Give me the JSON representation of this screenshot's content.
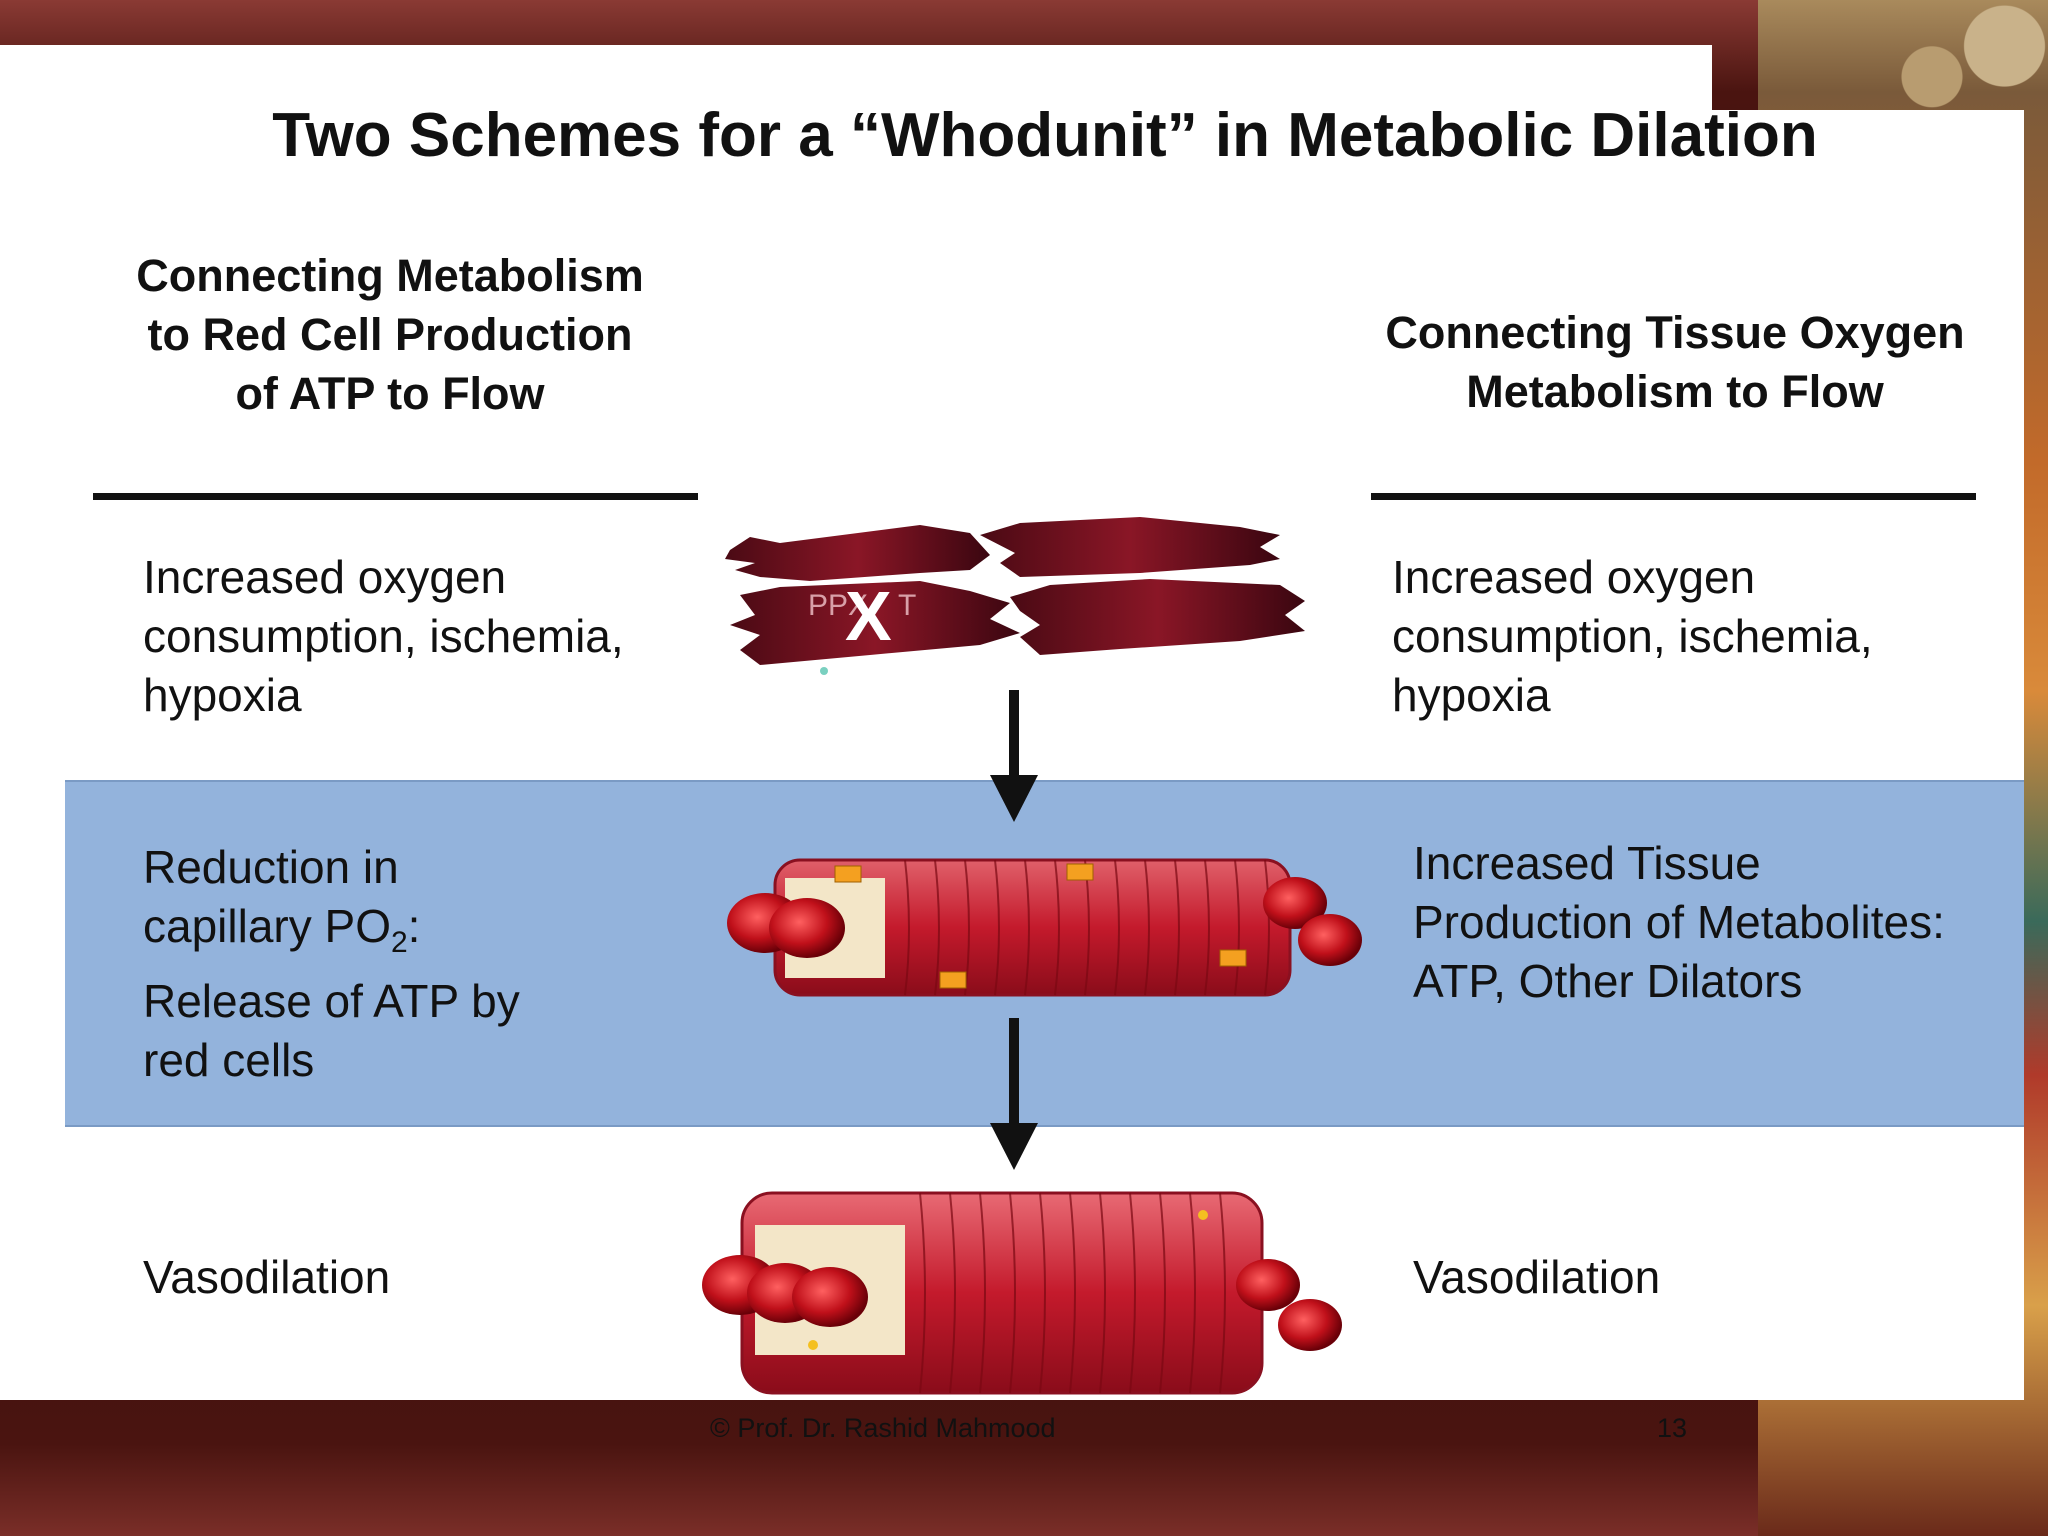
{
  "slide": {
    "title": "Two Schemes for a “Whodunit” in Metabolic Dilation",
    "left_heading": [
      "Connecting Metabolism",
      "to Red Cell Production",
      "of ATP to Flow"
    ],
    "right_heading": [
      "Connecting Tissue Oxygen",
      "Metabolism to Flow"
    ],
    "rows": {
      "row1": {
        "left": [
          "Increased oxygen",
          "consumption, ischemia,",
          "hypoxia"
        ],
        "right": [
          "Increased oxygen",
          "consumption, ischemia,",
          "hypoxia"
        ]
      },
      "row2": {
        "left_line1": "Reduction in",
        "left_line2_prefix": "capillary PO",
        "left_line2_sub": "2",
        "left_line2_suffix": ":",
        "left_line3": "Release of ATP by",
        "left_line4": "red cells",
        "right": [
          "Increased Tissue",
          "Production of Metabolites:",
          "ATP, Other Dilators"
        ]
      },
      "row3": {
        "left": "Vasodilation",
        "right": "Vasodilation"
      }
    },
    "muscle_labels": {
      "pp": "PPX",
      "t": "T",
      "x": "X"
    },
    "footer": {
      "credit": "© Prof. Dr. Rashid Mahmood",
      "page": "13"
    },
    "colors": {
      "band": "#93b3dc",
      "muscle": "#6a0f1c",
      "vessel": "#c8202e",
      "rbc": "#b5101a"
    }
  }
}
